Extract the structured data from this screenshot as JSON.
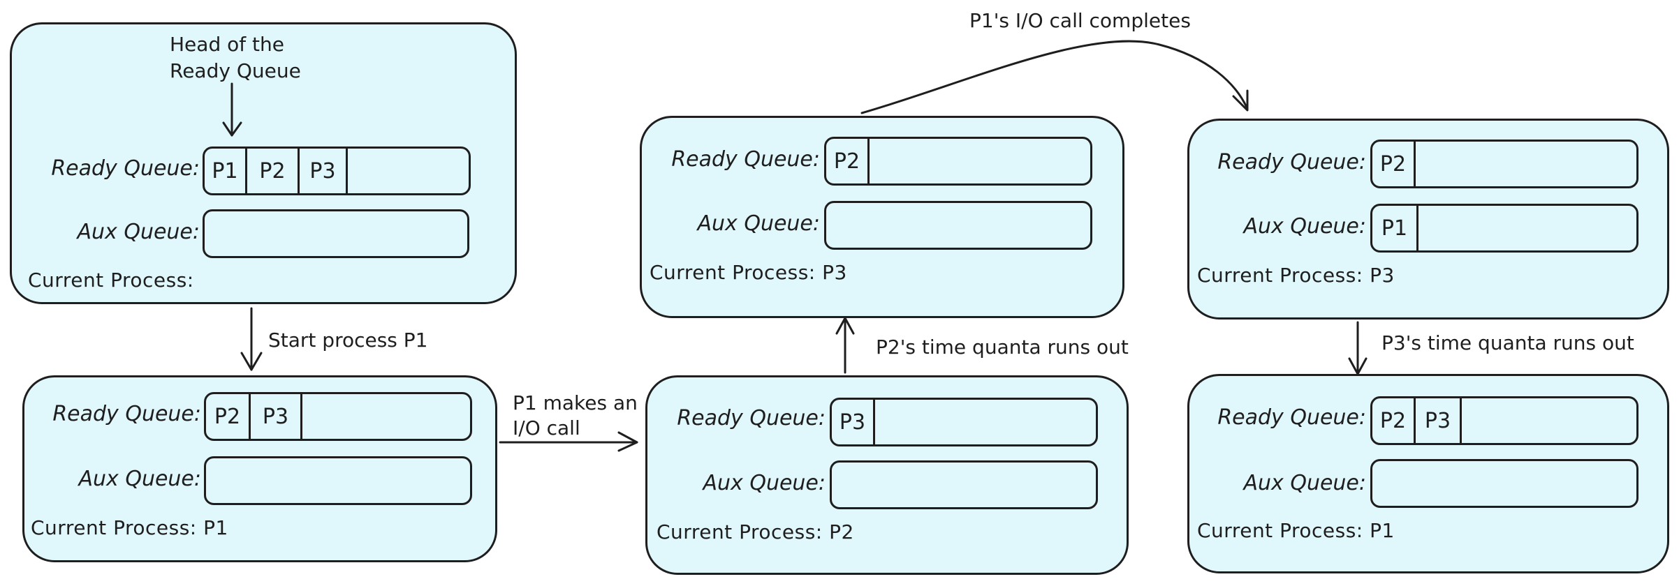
{
  "labels": {
    "ready": "Ready Queue:",
    "aux": "Aux Queue:"
  },
  "head_annotation": {
    "line1": "Head of the",
    "line2": "Ready Queue"
  },
  "panels": {
    "s1": {
      "ready": [
        "P1",
        "P2",
        "P3"
      ],
      "aux": [],
      "current": "Current Process:"
    },
    "s2": {
      "ready": [
        "P2",
        "P3"
      ],
      "aux": [],
      "current": "Current Process:  P1"
    },
    "s3": {
      "ready": [
        "P3"
      ],
      "aux": [],
      "current": "Current Process:  P2"
    },
    "s4": {
      "ready": [
        "P2"
      ],
      "aux": [],
      "current": "Current Process:  P3"
    },
    "s5": {
      "ready": [
        "P2"
      ],
      "aux": [
        "P1"
      ],
      "current": "Current Process:  P3"
    },
    "s6": {
      "ready": [
        "P2",
        "P3"
      ],
      "aux": [],
      "current": "Current Process:  P1"
    }
  },
  "transitions": {
    "start": "Start process P1",
    "io_call_line1": "P1 makes an",
    "io_call_line2": "I/O call",
    "p2_quanta": "P2's time quanta runs out",
    "io_complete": "P1's I/O call completes",
    "p3_quanta": "P3's time quanta runs out"
  }
}
